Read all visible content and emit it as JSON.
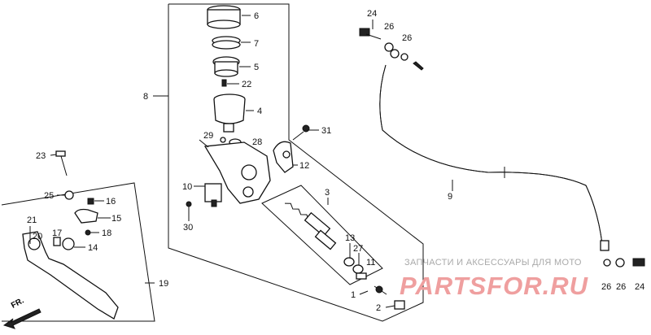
{
  "diagram": {
    "callouts": [
      {
        "id": "c6",
        "text": "6"
      },
      {
        "id": "c7",
        "text": "7"
      },
      {
        "id": "c5",
        "text": "5"
      },
      {
        "id": "c22",
        "text": "22"
      },
      {
        "id": "c4",
        "text": "4"
      },
      {
        "id": "c8",
        "text": "8"
      },
      {
        "id": "c29",
        "text": "29"
      },
      {
        "id": "c28",
        "text": "28"
      },
      {
        "id": "c31",
        "text": "31"
      },
      {
        "id": "c12",
        "text": "12"
      },
      {
        "id": "c10",
        "text": "10"
      },
      {
        "id": "c30",
        "text": "30"
      },
      {
        "id": "c3",
        "text": "3"
      },
      {
        "id": "c13",
        "text": "13"
      },
      {
        "id": "c27",
        "text": "27"
      },
      {
        "id": "c11",
        "text": "11"
      },
      {
        "id": "c1",
        "text": "1"
      },
      {
        "id": "c2",
        "text": "2"
      },
      {
        "id": "c23",
        "text": "23"
      },
      {
        "id": "c25",
        "text": "25"
      },
      {
        "id": "c16",
        "text": "16"
      },
      {
        "id": "c15",
        "text": "15"
      },
      {
        "id": "c21",
        "text": "21"
      },
      {
        "id": "c20",
        "text": "20"
      },
      {
        "id": "c17",
        "text": "17"
      },
      {
        "id": "c18",
        "text": "18"
      },
      {
        "id": "c14",
        "text": "14"
      },
      {
        "id": "c19",
        "text": "19"
      },
      {
        "id": "c24a",
        "text": "24"
      },
      {
        "id": "c26a",
        "text": "26"
      },
      {
        "id": "c26b",
        "text": "26"
      },
      {
        "id": "c9",
        "text": "9"
      },
      {
        "id": "c26c",
        "text": "26"
      },
      {
        "id": "c26d",
        "text": "26"
      },
      {
        "id": "c24b",
        "text": "24"
      }
    ],
    "direction_label": "FR.",
    "watermark_text": "ЗАПЧАСТИ И АКСЕССУАРЫ ДЛЯ МОТО",
    "watermark_logo": "PARTSFOR.RU"
  }
}
